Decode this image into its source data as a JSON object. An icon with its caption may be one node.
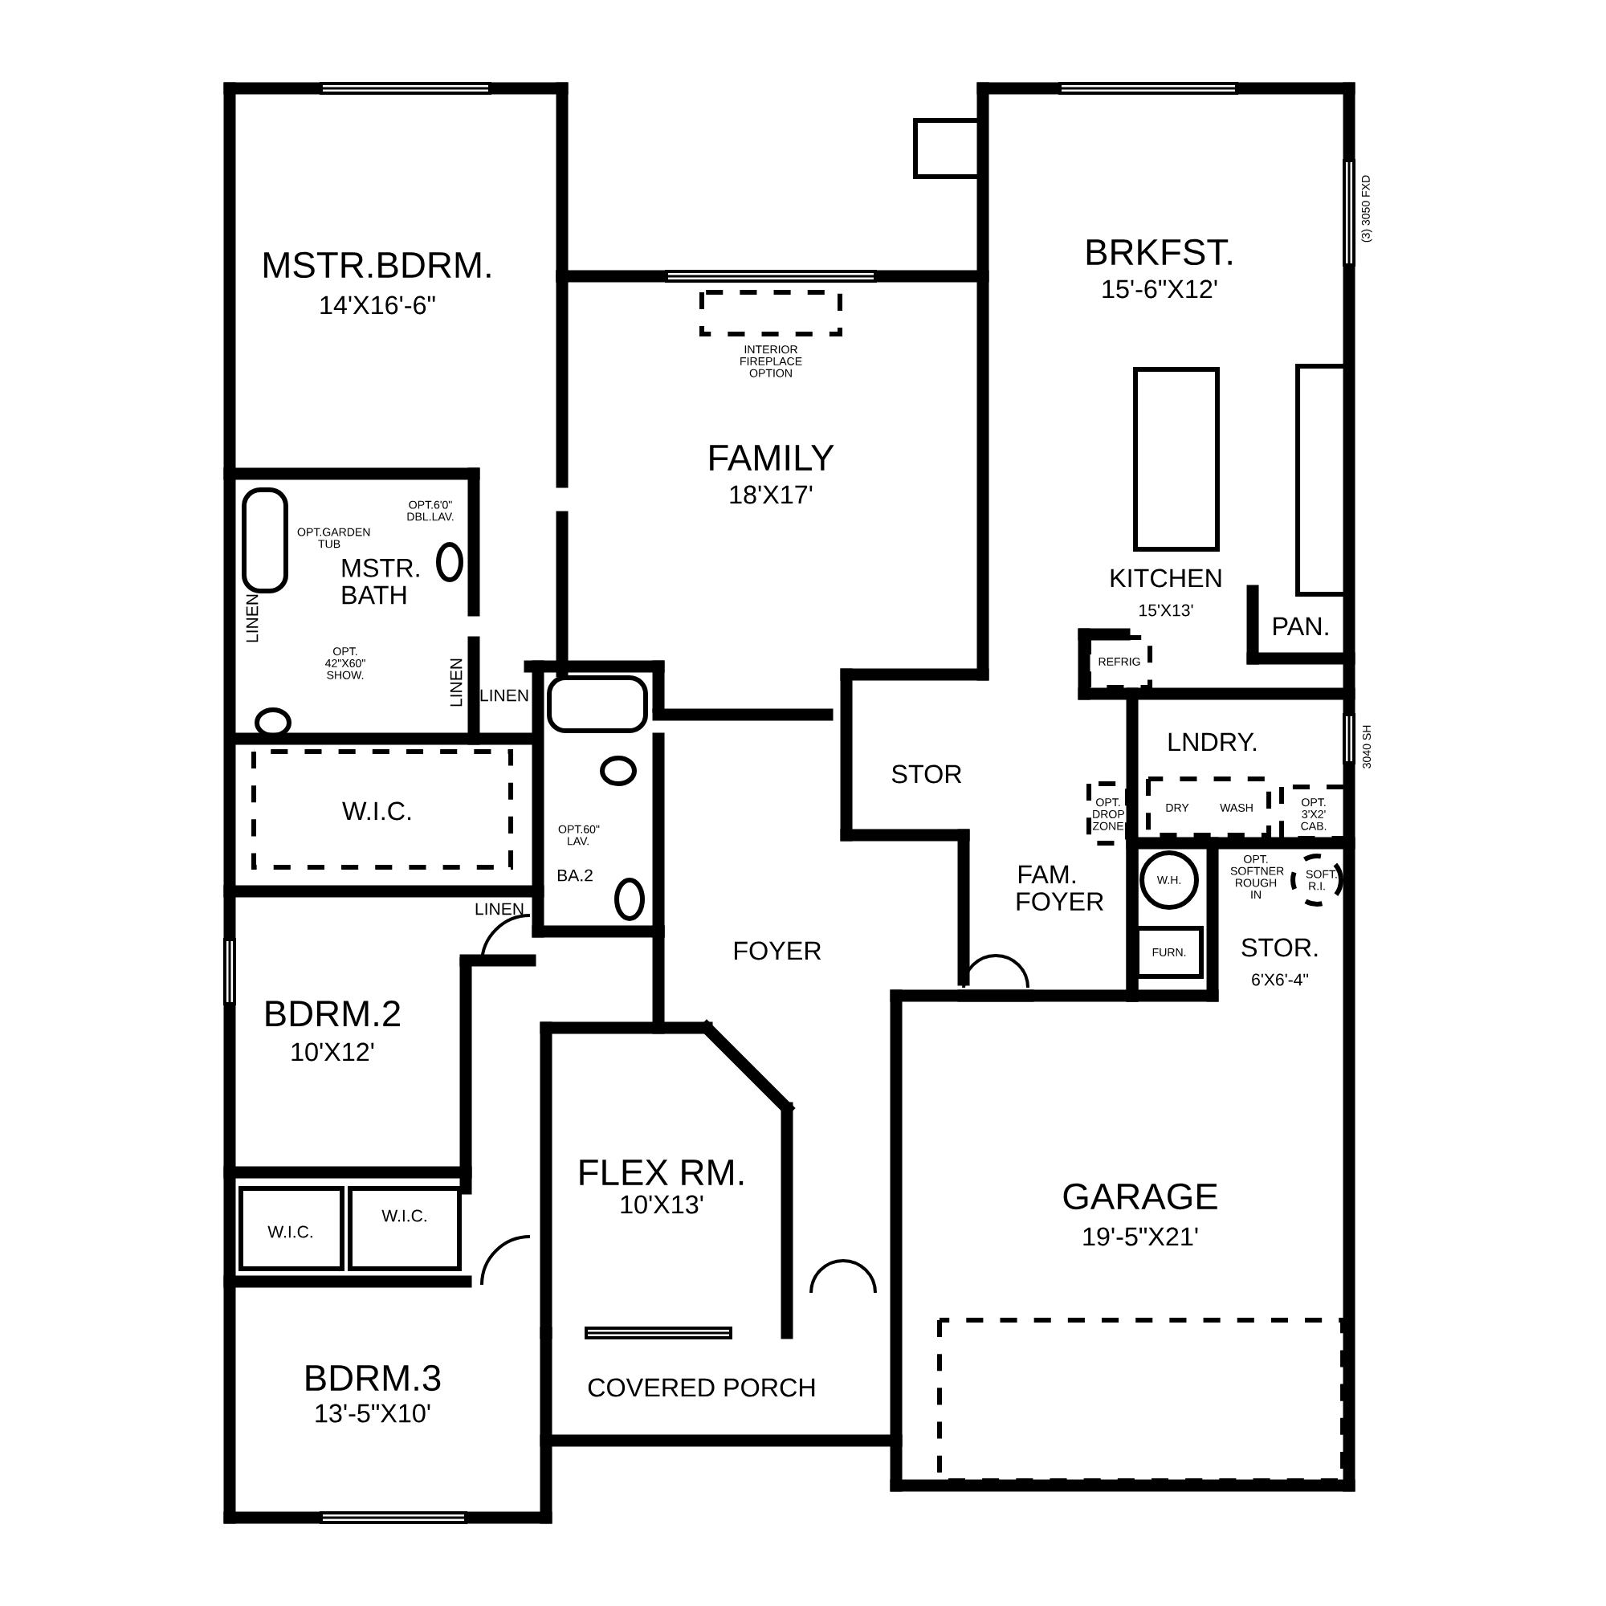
{
  "diagram": {
    "labels": [
      "MSTR.BDRM.",
      "14'X16'-6\"",
      "BRKFST.",
      "15'-6\"X12'",
      "(3) 3050 FXD",
      "INTERIOR FIREPLACE OPTION",
      "FAMILY",
      "18'X17'",
      "OPT.6'0\" DBL.LAV.",
      "OPT.GARDEN TUB",
      "MSTR. BATH",
      "LINEN",
      "OPT. 42\"X60\" SHOW.",
      "LINEN",
      "LINEN",
      "KITCHEN",
      "15'X13'",
      "PAN.",
      "REFRIG",
      "LNDRY.",
      "3040 SH",
      "STOR",
      "W.I.C.",
      "OPT.60\" LAV.",
      "BA.2",
      "OPT. DROP ZONE",
      "DRY",
      "WASH",
      "OPT. 3'X2' CAB.",
      "OPT. SOFTNER ROUGH IN",
      "SOFT. R.I.",
      "W.H.",
      "FAM. FOYER",
      "FURN.",
      "STOR.",
      "6'X6'-4\"",
      "LINEN",
      "FOYER",
      "BDRM.2",
      "10'X12'",
      "FLEX RM.",
      "10'X13'",
      "GARAGE",
      "19'-5\"X21'",
      "W.I.C.",
      "W.I.C.",
      "BDRM.3",
      "13'-5\"X10'",
      "COVERED PORCH"
    ]
  }
}
